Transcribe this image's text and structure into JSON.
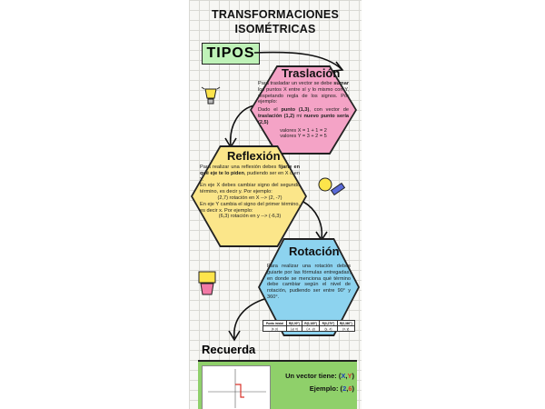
{
  "header": {
    "title_line1": "TRANSFORMACIONES",
    "title_line2": "ISOMÉTRICAS",
    "tipos": "TIPOS"
  },
  "traslacion": {
    "title": "Traslación",
    "p1_pre": "Para trasladar un vector se debe ",
    "p1_b1": "sumar",
    "p1_post": " los puntos X entre sí y lo mismo con Y, respetando regla de los signos. Por ejemplo:",
    "p2_a": "Dado el ",
    "p2_b1": "punto (1,3)",
    "p2_c": ", con vector de ",
    "p2_b2": "traslación (1,2)",
    "p2_d": " mi ",
    "p2_b3": "nuevo punto sería (2,5)",
    "v1": "valores X = 1 + 1 = 2",
    "v2": "valores Y = 3 + 2 = 5",
    "color": "#f4a3c6"
  },
  "reflexion": {
    "title": "Reflexión",
    "p1_pre": "Para realizar una reflexión debes f",
    "p1_b": "ijarte en qué eje te lo piden",
    "p1_post": ", pudiendo ser en X o en Y.",
    "p2": "En eje X debes cambiar signo del segundo término, es decir y. Por ejemplo:",
    "ex1": "(2,7) rotación en X --> (2, -7)",
    "p3": "En eje Y cambia el signo del primer término, es decir x. Por ejemplo:",
    "ex2": "(6,3) rotación en y --> (-6,3)",
    "color": "#fbe68a"
  },
  "rotacion": {
    "title": "Rotación",
    "p1": "Para realizar una rotación debes guiarte por las fórmulas entregadas, en donde se menciona qué término debe cambiar según el nivel de rotación, pudiendo ser entre 90° y 360°.",
    "table_headers": [
      "Punto inicial",
      "R(0,90°)",
      "R(0,180°)",
      "R(0,270°)",
      "R(0,360°)"
    ],
    "table_values": [
      "(x, y)",
      "(-y, x)",
      "(-x, -y)",
      "(y, -x)",
      "(x, y)"
    ],
    "color": "#8dd3ef"
  },
  "recuerda": {
    "title": "Recuerda",
    "line1_label": "Un vector tiene:",
    "line1_x": "X",
    "line1_y": "Y",
    "line2_label": "Ejemplo:",
    "line2_x": "2",
    "line2_y": "6",
    "color": "#8fd06a"
  }
}
